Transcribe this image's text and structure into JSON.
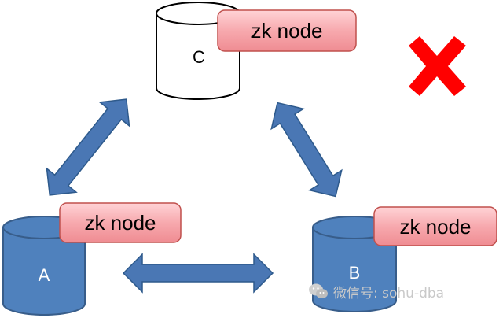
{
  "diagram": {
    "nodes": {
      "c": {
        "label": "C",
        "badge": "zk node"
      },
      "a": {
        "label": "A",
        "badge": "zk node"
      },
      "b": {
        "label": "B",
        "badge": "zk node"
      }
    },
    "connections": [
      {
        "from": "C",
        "to": "A",
        "type": "bidirectional"
      },
      {
        "from": "C",
        "to": "B",
        "type": "bidirectional"
      },
      {
        "from": "A",
        "to": "B",
        "type": "bidirectional"
      }
    ],
    "status_mark": {
      "icon": "red-x-icon",
      "meaning": "node C failed"
    }
  },
  "colors": {
    "cylinder_blue": "#4f81bd",
    "arrow_blue": "#4a77b4",
    "badge_pink": "#f5a0a5",
    "cross_red": "#ff0000"
  },
  "watermark": {
    "text": "微信号: sohu-dba"
  }
}
